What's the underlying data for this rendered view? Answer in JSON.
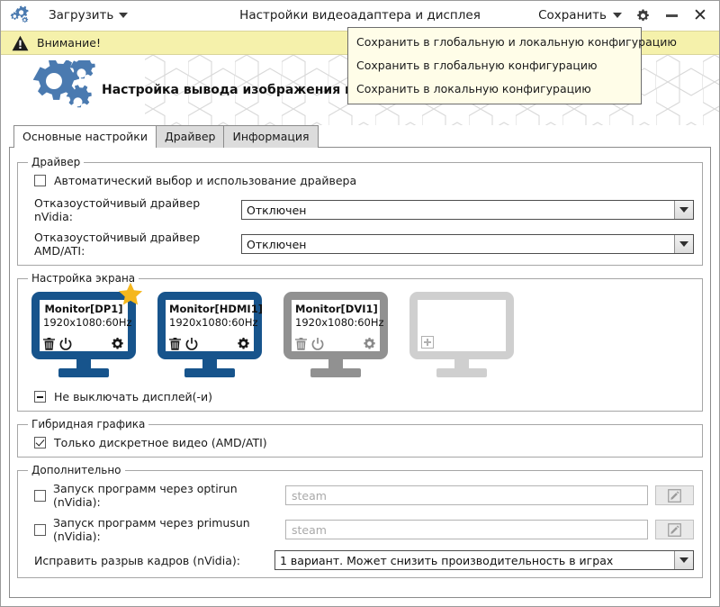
{
  "titlebar": {
    "app_icon": "gears-icon",
    "load_label": "Загрузить",
    "title": "Настройки видеоадаптера и дисплея",
    "save_label": "Сохранить",
    "settings_icon": "gear-icon",
    "minimize_icon": "minimize-icon",
    "close_icon": "close-icon"
  },
  "save_menu": {
    "open": true,
    "items": [
      {
        "label": "Сохранить в глобальную и локальную конфигурацию"
      },
      {
        "label": "Сохранить в глобальную конфигурацию"
      },
      {
        "label": "Сохранить в локальную конфигурацию"
      }
    ]
  },
  "warning": {
    "icon": "warning-triangle-icon",
    "text": "Внимание!",
    "background": "#f5f1ab"
  },
  "banner": {
    "logo_icon": "gears-logo-icon",
    "title": "Настройка вывода изображения и установка драйвера видеокарты"
  },
  "tabs": [
    {
      "label": "Основные настройки",
      "active": true
    },
    {
      "label": "Драйвер",
      "active": false
    },
    {
      "label": "Информация",
      "active": false
    }
  ],
  "driver_group": {
    "legend": "Драйвер",
    "auto_checkbox": {
      "label": "Автоматический выбор и использование драйвера",
      "state": "unchecked"
    },
    "nvidia": {
      "label": "Отказоустойчивый драйвер nVidia:",
      "value": "Отключен"
    },
    "amd": {
      "label": "Отказоустойчивый драйвер AMD/ATI:",
      "value": "Отключен"
    }
  },
  "screen_group": {
    "legend": "Настройка экрана",
    "monitors": [
      {
        "name": "Monitor[DP1]",
        "mode": "1920x1080:60Hz",
        "color": "#17548c",
        "primary": true,
        "star_icon": "star-icon",
        "icons": [
          "trash-icon",
          "power-icon",
          "gear-icon"
        ]
      },
      {
        "name": "Monitor[HDMI1]",
        "mode": "1920x1080:60Hz",
        "color": "#17548c",
        "primary": false,
        "icons": [
          "trash-icon",
          "power-icon",
          "gear-icon"
        ]
      },
      {
        "name": "Monitor[DVI1]",
        "mode": "1920x1080:60Hz",
        "color": "#919191",
        "primary": false,
        "icons": [
          "trash-icon",
          "power-icon",
          "gear-icon"
        ]
      },
      {
        "name": "",
        "mode": "",
        "color": "#cfcfcf",
        "primary": false,
        "add_icon": "plus-box-icon"
      }
    ],
    "keep_on_checkbox": {
      "label": "Не выключать дисплей(-и)",
      "state": "indeterminate"
    }
  },
  "hybrid_group": {
    "legend": "Гибридная графика",
    "discrete_checkbox": {
      "label": "Только дискретное видео (AMD/ATI)",
      "state": "checked"
    }
  },
  "additional_group": {
    "legend": "Дополнительно",
    "optirun": {
      "label": "Запуск программ через optirun (nVidia):",
      "state": "unchecked",
      "placeholder": "steam",
      "value": "",
      "edit_icon": "pencil-square-icon"
    },
    "primusrun": {
      "label": "Запуск программ через primusun (nVidia):",
      "state": "unchecked",
      "placeholder": "steam",
      "value": "",
      "edit_icon": "pencil-square-icon"
    },
    "tearfree": {
      "label": "Исправить разрыв кадров (nVidia):",
      "value": "1 вариант. Может снизить производительность в играх"
    }
  },
  "colors": {
    "accent_blue": "#17548c",
    "icon_blue": "#4a7ab0",
    "warning_bg": "#f5f1ab",
    "menu_bg": "#fffde8",
    "star_yellow": "#f5b71d",
    "gray_monitor": "#919191",
    "empty_monitor": "#cfcfcf"
  }
}
